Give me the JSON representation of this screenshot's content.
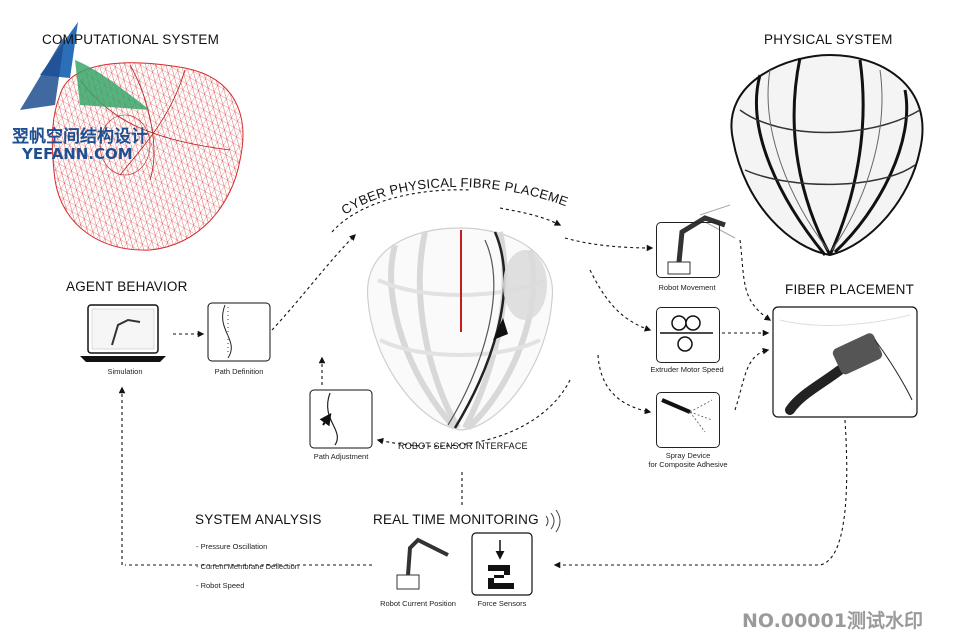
{
  "headings": {
    "computational_system": "COMPUTATIONAL SYSTEM",
    "physical_system": "PHYSICAL SYSTEM",
    "agent_behavior": "AGENT BEHAVIOR",
    "fiber_placement": "FIBER PLACEMENT",
    "system_analysis": "SYSTEM ANALYSIS",
    "real_time_monitoring": "REAL TIME MONITORING",
    "cyber_physical": "CYBER PHYSICAL FIBRE PLACEMENT",
    "robot_sensor_interface": "ROBOT SENSOR INTERFACE"
  },
  "captions": {
    "simulation": "Simulation",
    "path_definition": "Path Definition",
    "path_adjustment": "Path Adjustment",
    "robot_movement": "Robot Movement",
    "extruder_motor_speed": "Extruder Motor Speed",
    "spray_device_line1": "Spray Device",
    "spray_device_line2": "for Composite Adhesive",
    "robot_current_position": "Robot Current Position",
    "force_sensors": "Force Sensors"
  },
  "system_analysis_items": [
    "- Pressure Oscillation",
    "- Current Membrane Deflection",
    "- Robot Speed"
  ],
  "logo": {
    "chinese": "翌帆空间结构设计",
    "latin": "YEFANN.COM"
  },
  "watermark": "NO.00001测试水印",
  "colors": {
    "mesh_red": "#d62b2b",
    "logo_blue": "#2a6fb8",
    "logo_green": "#3aa66a",
    "ink": "#111111",
    "watermark_gray": "#9a9a9a"
  }
}
